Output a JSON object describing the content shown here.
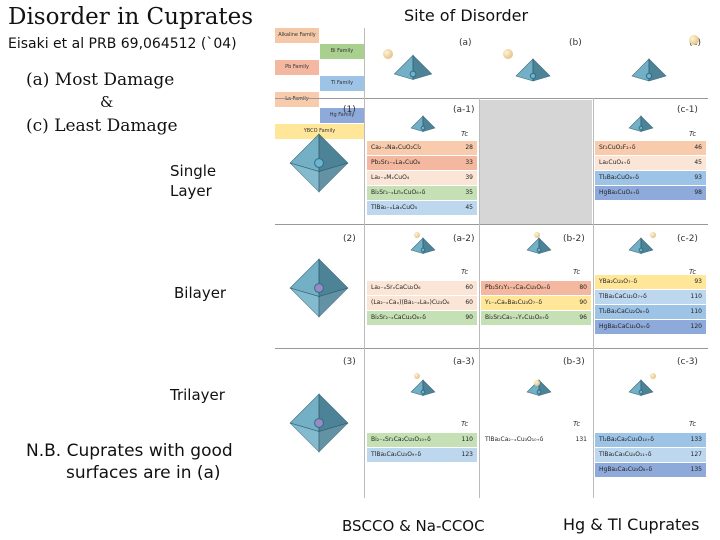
{
  "slide": {
    "title": "Disorder in Cuprates",
    "citation": "Eisaki et al PRB 69,064512 (`04)",
    "note_a": "(a)   Most Damage",
    "note_amp": "&",
    "note_c": "(c)  Least Damage",
    "label_single": "Single",
    "label_layer": "Layer",
    "label_bilayer": "Bilayer",
    "label_trilayer": "Trilayer",
    "nb_line1": "N.B. Cuprates with good",
    "nb_line2": "surfaces are in (a)",
    "panel_title": "Site of Disorder",
    "foot_left": "BSCCO & Na-CCOC",
    "foot_right": "Hg & Tl Cuprates"
  },
  "figure": {
    "legend": [
      {
        "label": "Alkaline Family",
        "color": "#f5c9a8"
      },
      {
        "label": "Bi Family",
        "color": "#a9d08e"
      },
      {
        "label": "Pb Family",
        "color": "#f4b8a0"
      },
      {
        "label": "Tl Family",
        "color": "#9dc3e6"
      },
      {
        "label": "La Family",
        "color": "#f8cbad"
      },
      {
        "label": "Hg Family",
        "color": "#8eaadb"
      },
      {
        "label": "YBCO Family",
        "color": "#ffe699"
      }
    ],
    "headers": {
      "a": "(a)",
      "b": "(b)",
      "c": "(c)",
      "one": "(1)",
      "two": "(2)",
      "three": "(3)",
      "a1": "(a-1)",
      "c1": "(c-1)",
      "a2": "(a-2)",
      "b2": "(b-2)",
      "c2": "(c-2)",
      "a3": "(a-3)",
      "b3": "(b-3)",
      "c3": "(c-3)"
    },
    "tc": "Tc",
    "single_a": [
      {
        "f": "Ca₂₋ₓNaₓCuO₂Cl₂",
        "v": "28",
        "color": "#f8cbad"
      },
      {
        "f": "Pb₂Sr₂₋ₓLaₓCuO₆",
        "v": "33",
        "color": "#f4b8a0"
      },
      {
        "f": "La₂₋ₓMₓCuO₄",
        "v": "39",
        "color": "#fbe5d6"
      },
      {
        "f": "Bi₂Sr₂₋ₓLnₓCuO₆₊δ",
        "v": "35",
        "color": "#c5e0b4"
      },
      {
        "f": "TlBa₂₋ₓLaₓCuO₅",
        "v": "45",
        "color": "#bdd7ee"
      }
    ],
    "single_c": [
      {
        "f": "Sr₂CuO₂F₂₊δ",
        "v": "46",
        "color": "#f8cbad"
      },
      {
        "f": "La₂CuO₄₊δ",
        "v": "45",
        "color": "#fbe5d6"
      },
      {
        "f": "Tl₂Ba₂CuO₆₊δ",
        "v": "93",
        "color": "#9dc3e6"
      },
      {
        "f": "HgBa₂CuO₄₊δ",
        "v": "98",
        "color": "#8eaadb"
      }
    ],
    "bilayer_a": [
      {
        "f": "La₂₋ₓSrₓCaCu₂O₆",
        "v": "60",
        "color": "#fbe5d6"
      },
      {
        "f": "(La₂₋ₓCaₓ)(Ba₁₋ₓLaₓ)Cu₃O₆",
        "v": "60",
        "color": "#fbe5d6"
      },
      {
        "f": "Bi₂Sr₂₋ₓCaCu₂O₈₊δ",
        "v": "90",
        "color": "#c5e0b4"
      }
    ],
    "bilayer_b": [
      {
        "f": "Pb₂Sr₂Y₁₋ₓCaₓCu₃O₈₊δ",
        "v": "80",
        "color": "#f4b8a0"
      },
      {
        "f": "Y₁₋ₓCaₓBa₂Cu₃O₇₋δ",
        "v": "90",
        "color": "#ffe699"
      },
      {
        "f": "Bi₂Sr₂Ca₁₋ₓYₓCu₂O₈₊δ",
        "v": "96",
        "color": "#c5e0b4"
      }
    ],
    "bilayer_c": [
      {
        "f": "YBa₂Cu₃O₇₋δ",
        "v": "93",
        "color": "#ffe699"
      },
      {
        "f": "TlBa₂CaCu₂O₇₊δ",
        "v": "110",
        "color": "#bdd7ee"
      },
      {
        "f": "Tl₂Ba₂CaCu₂O₈₊δ",
        "v": "110",
        "color": "#9dc3e6"
      },
      {
        "f": "HgBa₂CaCu₂O₆₊δ",
        "v": "120",
        "color": "#8eaadb"
      }
    ],
    "tri_a": [
      {
        "f": "Bi₂₋ₓSr₂Ca₂Cu₃O₁₀₊δ",
        "v": "110",
        "color": "#c5e0b4"
      },
      {
        "f": "TlBa₂Ca₂Cu₃O₉₊δ",
        "v": "123",
        "color": "#bdd7ee"
      }
    ],
    "tri_b": [
      {
        "f": "TlBa₂Ca₂₋ₓCu₃O₁₀₊δ",
        "v": "131",
        "color": "#ffffff"
      }
    ],
    "tri_c": [
      {
        "f": "Tl₂Ba₂Ca₂Cu₃O₁₀₊δ",
        "v": "133",
        "color": "#9dc3e6"
      },
      {
        "f": "TlBa₂Ca₃Cu₄O₁₁₊δ",
        "v": "127",
        "color": "#bdd7ee"
      },
      {
        "f": "HgBa₂Ca₂Cu₃O₈₊δ",
        "v": "135",
        "color": "#8eaadb"
      }
    ],
    "colors": {
      "pyramid_face": "#5ba3bd",
      "pyramid_dark": "#2f6e86",
      "atom": "#d9b26a",
      "atom_purple": "#9a8ac4"
    }
  }
}
